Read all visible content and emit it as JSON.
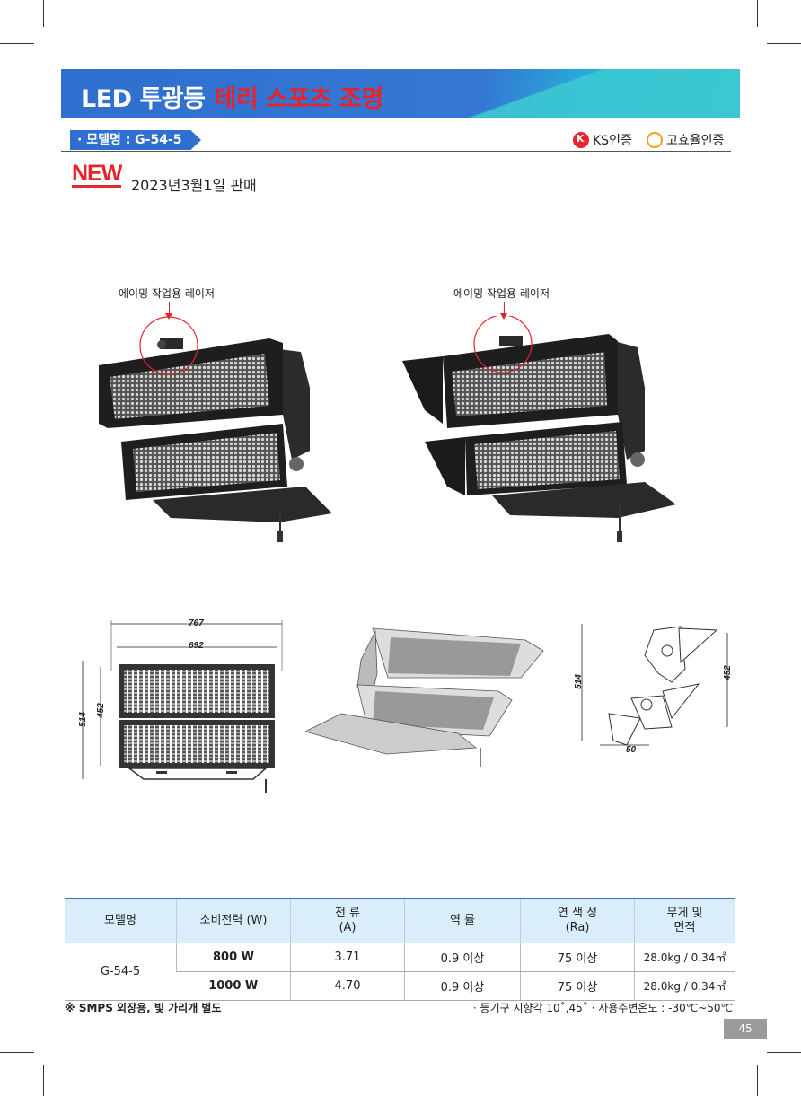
{
  "header": {
    "title_main": "LED 투광등",
    "title_accent": "테리 스포츠 조명",
    "model_tag": "· 모델명 : G-54-5",
    "certs": [
      {
        "icon": "ks-mark-icon",
        "label": "KS인증"
      },
      {
        "icon": "efficiency-mark-icon",
        "label": "고효율인증"
      }
    ]
  },
  "badge": {
    "new": "NEW",
    "release_text": "2023년3월1일 판매"
  },
  "photos": {
    "aim_label_left": "에이밍 작업용 레이저",
    "aim_label_right": "에이밍 작업용 레이저"
  },
  "drawings": {
    "front_width_outer": "767",
    "front_width_inner": "692",
    "front_height_outer": "514",
    "front_height_inner": "452",
    "side_height_left": "514",
    "side_height_right": "452",
    "side_base": "50"
  },
  "table": {
    "headers": [
      {
        "line1": "모델명",
        "line2": ""
      },
      {
        "line1": "소비전력 (W)",
        "line2": ""
      },
      {
        "line1": "전 류",
        "line2": "(A)"
      },
      {
        "line1": "역 률",
        "line2": ""
      },
      {
        "line1": "연 색 성",
        "line2": "(Ra)"
      },
      {
        "line1": "무게 및",
        "line2": "면적"
      }
    ],
    "model": "G-54-5",
    "rows": [
      {
        "power": "800 W",
        "current": "3.71",
        "pf": "0.9 이상",
        "cri": "75 이상",
        "weight": "28.0kg / 0.34㎡"
      },
      {
        "power": "1000 W",
        "current": "4.70",
        "pf": "0.9 이상",
        "cri": "75 이상",
        "weight": "28.0kg / 0.34㎡"
      }
    ]
  },
  "footer": {
    "note_left": "※ SMPS 외장용, 빛 가리개 별도",
    "note_right": "· 등기구 지향각 10˚,45˚   · 사용주변온도 : -30℃~50℃",
    "page": "45"
  },
  "colors": {
    "brand_blue": "#2f6fcf",
    "accent_red": "#e8232a",
    "table_header_bg": "#d9eefa"
  }
}
